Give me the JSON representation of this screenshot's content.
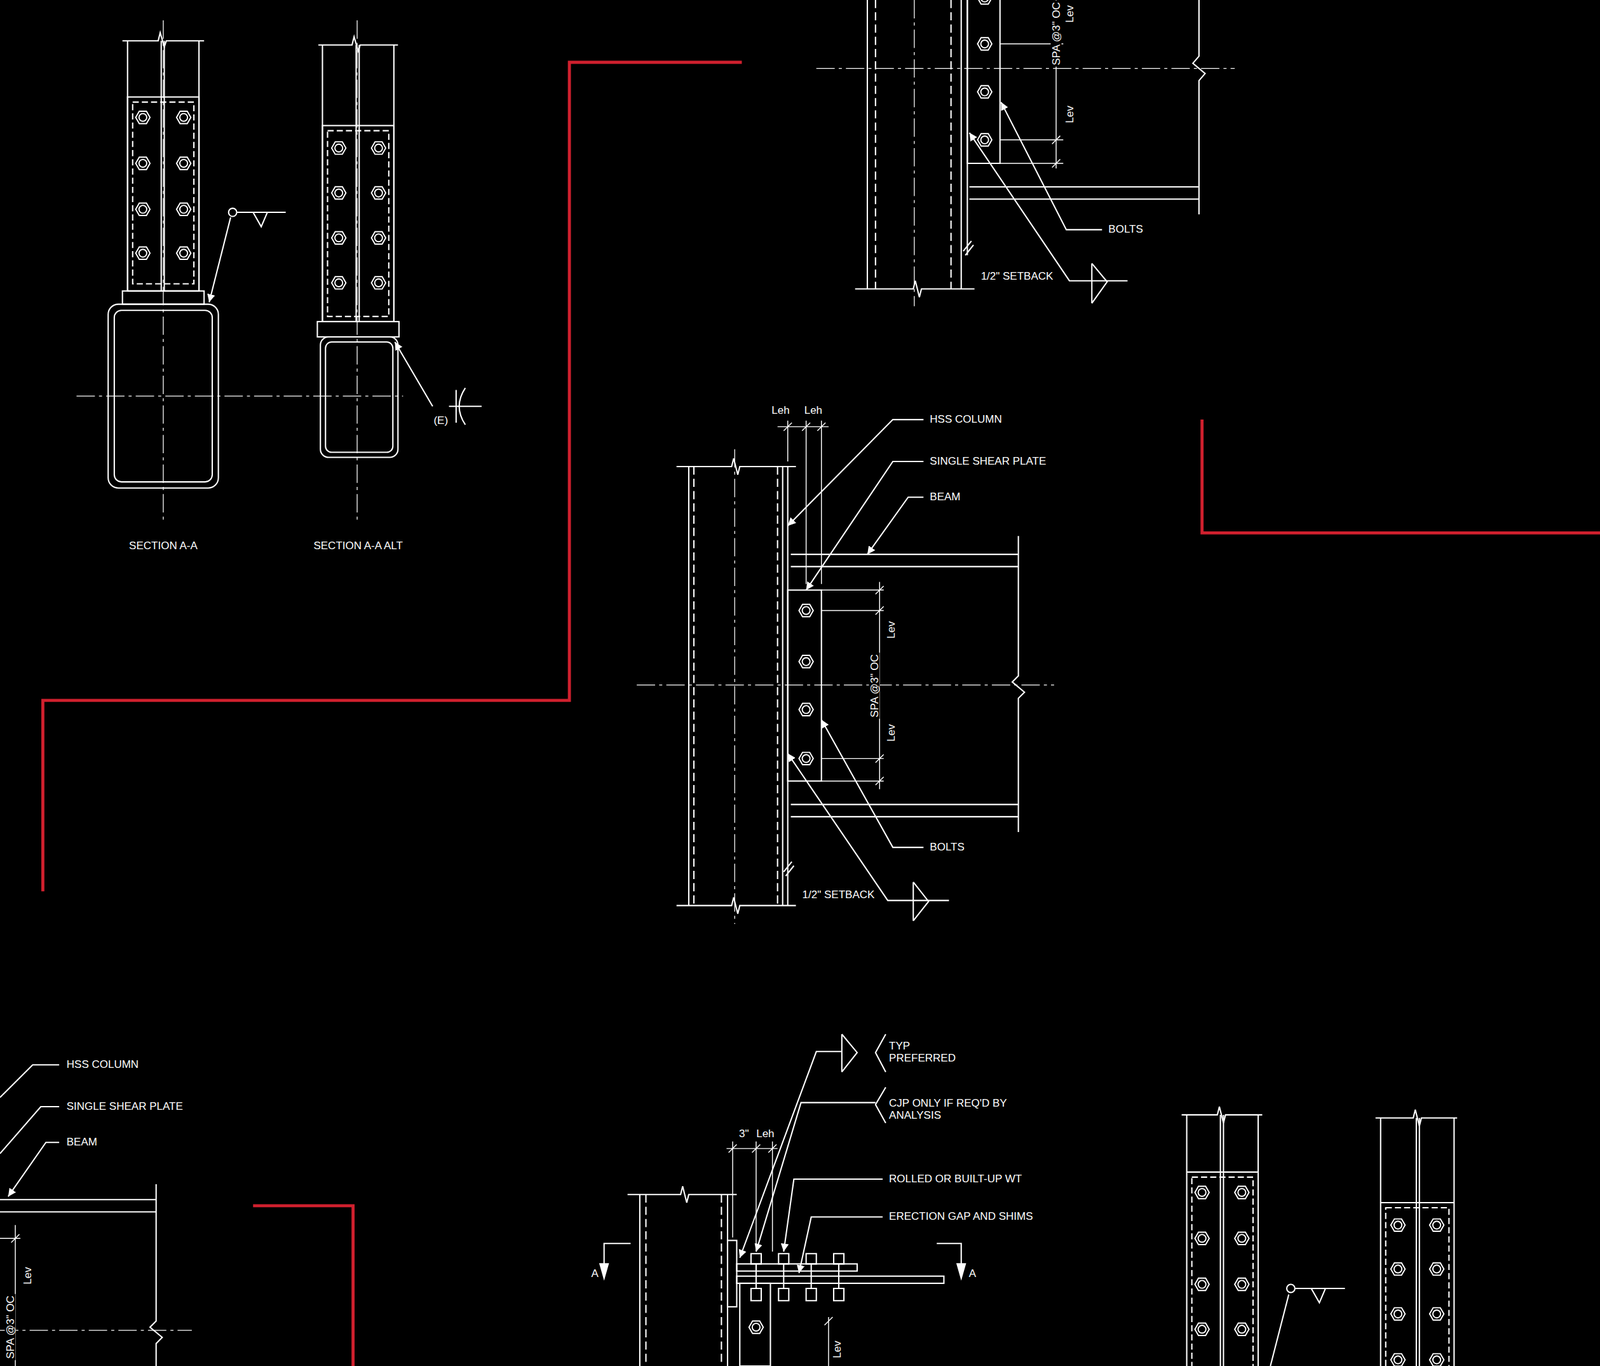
{
  "diagram": {
    "labels": [
      "SPA @3\" OC",
      "Lev",
      "Lev",
      "BOLTS",
      "1/2\" SETBACK",
      "(E)",
      "SECTION A-A",
      "SECTION A-A ALT",
      "Leh",
      "Leh",
      "HSS COLUMN",
      "SINGLE SHEAR PLATE",
      "BEAM",
      "Lev",
      "SPA @3\" OC",
      "Lev",
      "BOLTS",
      "1/2\" SETBACK",
      "TYP PREFERRED",
      "HSS COLUMN",
      "CJP ONLY IF REQ'D BY ANALYSIS",
      "SINGLE SHEAR PLATE",
      "BEAM",
      "3\"",
      "Leh",
      "ROLLED OR BUILT-UP WT",
      "ERECTION GAP AND SHIMS",
      "A",
      "A",
      "Lev",
      "SPA @3\" OC",
      "Lev"
    ]
  }
}
